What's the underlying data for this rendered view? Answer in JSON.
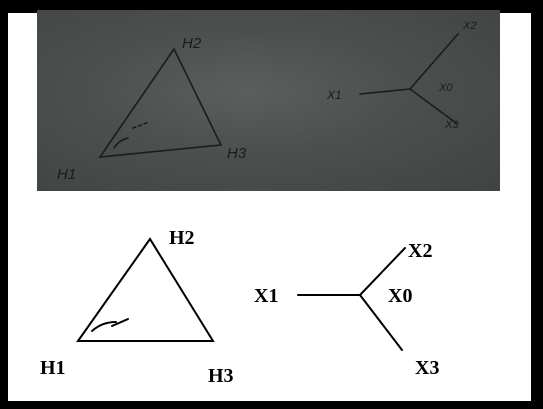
{
  "photo_diagram": {
    "triangle_labels": {
      "h1": "H1",
      "h2": "H2",
      "h3": "H3"
    },
    "star_labels": {
      "x1": "X1",
      "x0": "X0",
      "x2": "X2",
      "x3": "X3"
    }
  },
  "clean_diagram": {
    "triangle_labels": {
      "h1": "H1",
      "h2": "H2",
      "h3": "H3"
    },
    "star_labels": {
      "x1": "X1",
      "x0": "X0",
      "x2": "X2",
      "x3": "X3"
    }
  },
  "colors": {
    "frame": "#000000",
    "photo_background": "#4b4f4d",
    "ink": "#000000",
    "photo_ink": "#1a1d1c"
  }
}
